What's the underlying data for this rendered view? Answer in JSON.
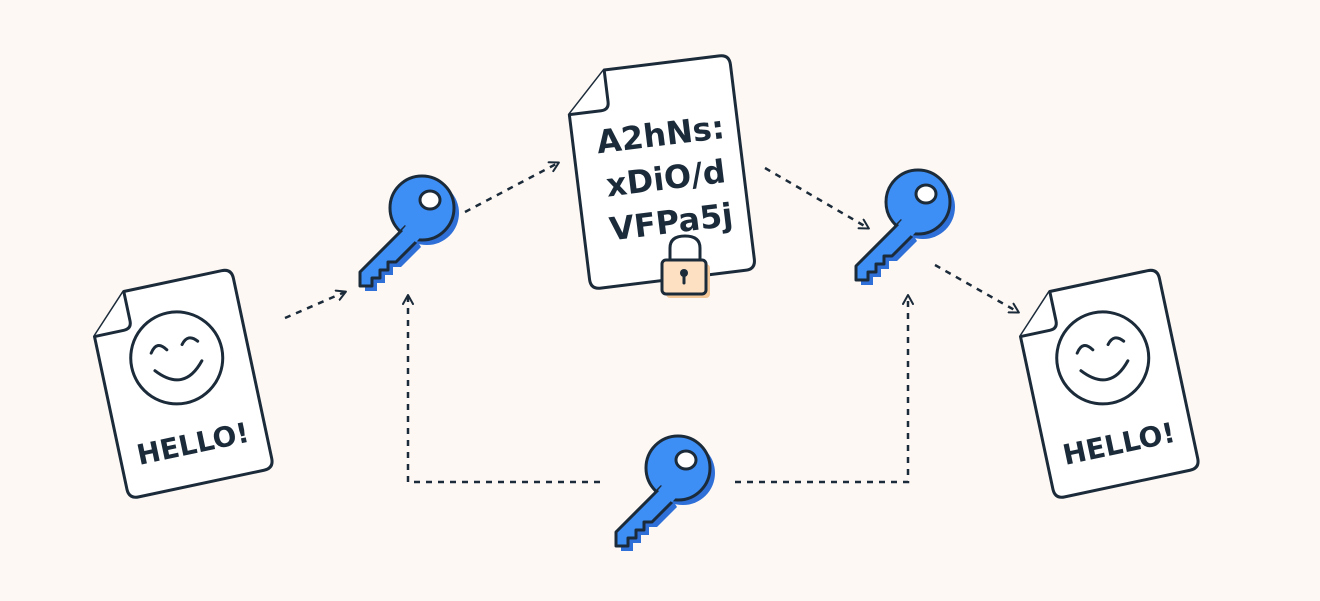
{
  "diagram": {
    "plain_document_left": {
      "label": "HELLO!"
    },
    "encrypted_document": {
      "lines": [
        "A2hNs:",
        "xDiO/d",
        "VFPa5j"
      ]
    },
    "plain_document_right": {
      "label": "HELLO!"
    }
  },
  "colors": {
    "background": "#fdf8f4",
    "ink": "#1c2b3a",
    "paper": "#ffffff",
    "key_blue": "#3d8ef5",
    "key_shadow": "#2f6fd8",
    "lock_fill": "#fde0c2",
    "lock_shadow": "#f5c89a"
  },
  "icons": [
    "document-icon",
    "smiley-icon",
    "key-icon",
    "lock-icon",
    "arrow-icon"
  ]
}
